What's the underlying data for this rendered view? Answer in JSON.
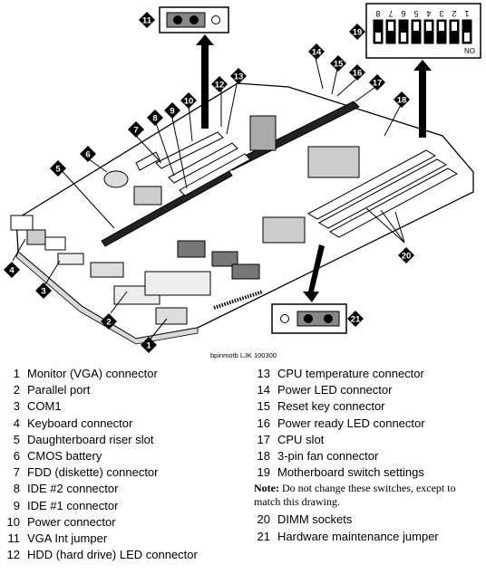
{
  "figure_caption": "bpinmotb LJK 100300",
  "switch_labels": {
    "numbers": [
      "8",
      "7",
      "6",
      "5",
      "4",
      "3",
      "2",
      "1"
    ],
    "no_label": "NO"
  },
  "callouts": [
    {
      "num": "1"
    },
    {
      "num": "2"
    },
    {
      "num": "3"
    },
    {
      "num": "4"
    },
    {
      "num": "5"
    },
    {
      "num": "6"
    },
    {
      "num": "7"
    },
    {
      "num": "8"
    },
    {
      "num": "9"
    },
    {
      "num": "10"
    },
    {
      "num": "11"
    },
    {
      "num": "12"
    },
    {
      "num": "13"
    },
    {
      "num": "14"
    },
    {
      "num": "15"
    },
    {
      "num": "16"
    },
    {
      "num": "17"
    },
    {
      "num": "18"
    },
    {
      "num": "19"
    },
    {
      "num": "20"
    },
    {
      "num": "21"
    }
  ],
  "legend_left": [
    {
      "num": "1",
      "text": "Monitor (VGA) connector"
    },
    {
      "num": "2",
      "text": "Parallel port"
    },
    {
      "num": "3",
      "text": "COM1"
    },
    {
      "num": "4",
      "text": "Keyboard connector"
    },
    {
      "num": "5",
      "text": "Daughterboard riser slot"
    },
    {
      "num": "6",
      "text": "CMOS battery"
    },
    {
      "num": "7",
      "text": "FDD (diskette) connector"
    },
    {
      "num": "8",
      "text": "IDE #2 connector"
    },
    {
      "num": "9",
      "text": "IDE #1 connector"
    },
    {
      "num": "10",
      "text": "Power connector"
    },
    {
      "num": "11",
      "text": "VGA Int jumper"
    },
    {
      "num": "12",
      "text": "HDD (hard drive) LED connector"
    }
  ],
  "legend_right_top": [
    {
      "num": "13",
      "text": "CPU temperature connector"
    },
    {
      "num": "14",
      "text": "Power LED connector"
    },
    {
      "num": "15",
      "text": "Reset key connector"
    },
    {
      "num": "16",
      "text": "Power ready LED connector"
    },
    {
      "num": "17",
      "text": "CPU slot"
    },
    {
      "num": "18",
      "text": "3-pin fan connector"
    },
    {
      "num": "19",
      "text": "Motherboard switch settings"
    }
  ],
  "note": {
    "label": "Note:",
    "text": "Do not change these switches, except to match this drawing."
  },
  "legend_right_bottom": [
    {
      "num": "20",
      "text": "DIMM sockets"
    },
    {
      "num": "21",
      "text": "Hardware maintenance jumper"
    }
  ],
  "colors": {
    "ink": "#000000",
    "paper": "#ffffff",
    "shade": "#d9d9d9"
  }
}
